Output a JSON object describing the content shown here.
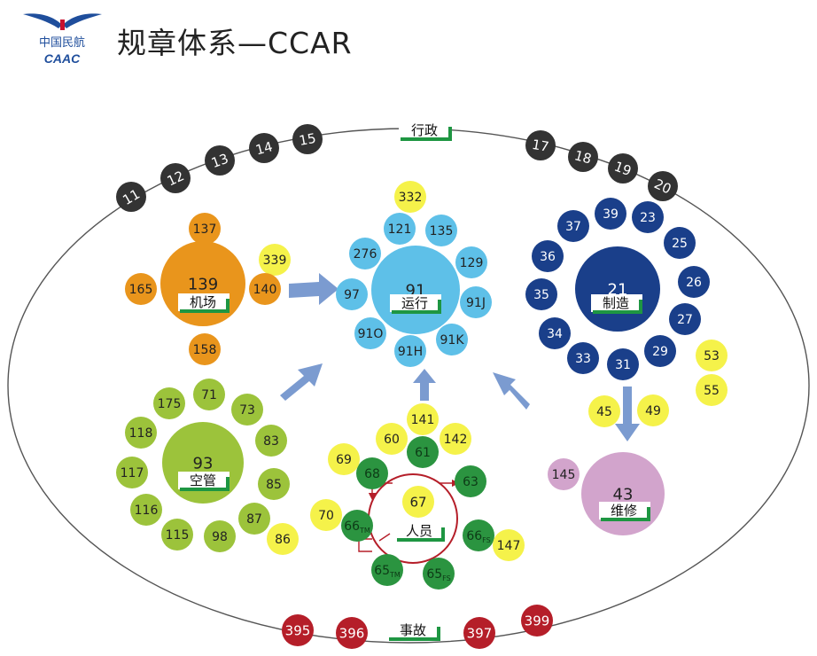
{
  "header": {
    "title": "规章体系—CCAR",
    "logo_cn": "中国民航",
    "logo_en": "CAAC"
  },
  "colors": {
    "admin": "#333333",
    "airport": "#e9951c",
    "airport_aux": "#f5f24a",
    "operation": "#5ec0e8",
    "manufacturing": "#1a3f8a",
    "maintenance": "#d2a4cc",
    "airspace": "#9cc33b",
    "personnel_dark": "#2b9440",
    "accident": "#b51e29",
    "arrow": "#7b9bd0",
    "label_underline": "#1e9642"
  },
  "categories": {
    "admin": {
      "label": "行政",
      "items": [
        "11",
        "12",
        "13",
        "14",
        "15",
        "17",
        "18",
        "19",
        "20"
      ]
    },
    "accident": {
      "label": "事故",
      "items": [
        "395",
        "396",
        "397",
        "399"
      ]
    },
    "airport": {
      "center": "139",
      "label": "机场",
      "items": [
        "137",
        "339",
        "140",
        "158",
        "165"
      ]
    },
    "operation": {
      "center": "91",
      "label": "运行",
      "items": [
        "332",
        "121",
        "135",
        "129",
        "91J",
        "91K",
        "91H",
        "91O",
        "97",
        "276"
      ]
    },
    "manufacturing": {
      "center": "21",
      "label": "制造",
      "items": [
        "39",
        "23",
        "25",
        "26",
        "27",
        "29",
        "31",
        "33",
        "34",
        "35",
        "36",
        "37",
        "53",
        "55"
      ]
    },
    "maintenance": {
      "center": "43",
      "label": "维修",
      "items": [
        "45",
        "49",
        "145"
      ]
    },
    "airspace": {
      "center": "93",
      "label": "空管",
      "items": [
        "71",
        "73",
        "83",
        "85",
        "87",
        "86",
        "98",
        "115",
        "116",
        "117",
        "118",
        "175"
      ]
    },
    "personnel": {
      "center": "67",
      "label": "人员",
      "items": [
        "141",
        "60",
        "142",
        "61",
        "68",
        "63",
        "69",
        "70",
        "66TM",
        "66FS",
        "147",
        "65TM",
        "65FS"
      ]
    }
  }
}
